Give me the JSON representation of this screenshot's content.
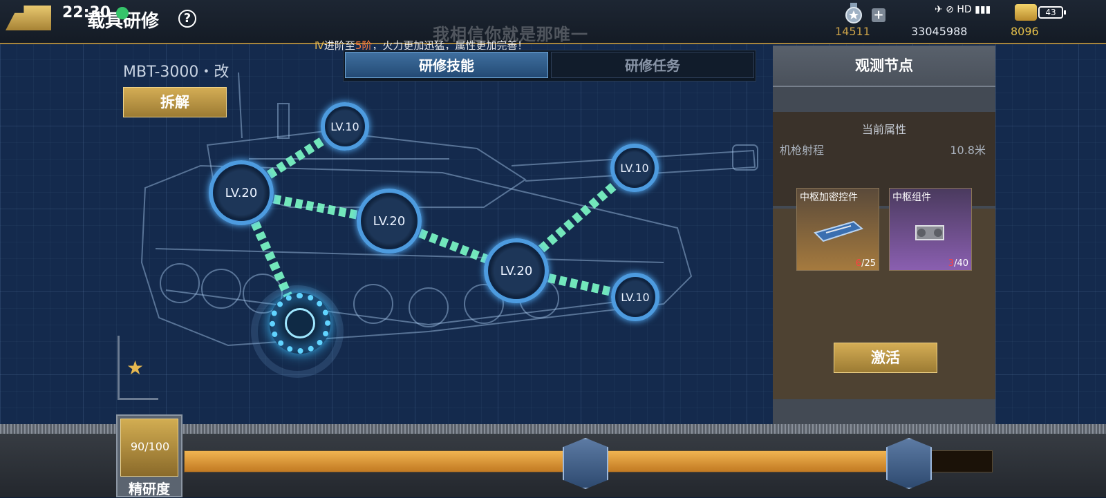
{
  "status_bar": {
    "time": "22:30",
    "wifi_label": "HD",
    "battery": "43"
  },
  "header": {
    "title": "载具研修",
    "faded_text": "我相信你就是那唯一",
    "tip": {
      "p1": "Ⅳ",
      "p2": "进阶至",
      "p3": "5阶",
      "p4": "，火力更加迅猛，属性更加完善！"
    },
    "resources": {
      "medal": "14511",
      "coin": "33045988",
      "gold": "8096"
    }
  },
  "tabs": [
    {
      "label": "研修技能",
      "active": true
    },
    {
      "label": "研修任务",
      "active": false
    }
  ],
  "vehicle": {
    "name": "MBT-3000・改",
    "dismantle_label": "拆解"
  },
  "skill_nodes": [
    {
      "level": "LV.10"
    },
    {
      "level": "LV.20"
    },
    {
      "level": "LV.20"
    },
    {
      "level": "LV.10"
    },
    {
      "level": "LV.20"
    },
    {
      "level": "LV.10"
    }
  ],
  "panel": {
    "title": "观测节点",
    "attr_header": "当前属性",
    "attr_name": "机枪射程",
    "attr_value": "10.8米",
    "materials": [
      {
        "name": "中枢加密控件",
        "have": "6",
        "need": "/25"
      },
      {
        "name": "中枢组件",
        "have": "3",
        "need": "/40"
      }
    ],
    "activate_label": "激活"
  },
  "mastery": {
    "value": "90/100",
    "label": "精研度",
    "progress": 0.87
  },
  "colors": {
    "accent_gold": "#d4ad55",
    "node_blue": "#4d9bdf",
    "link_green": "#7dfcc8",
    "progress_orange": "#f1b451"
  }
}
